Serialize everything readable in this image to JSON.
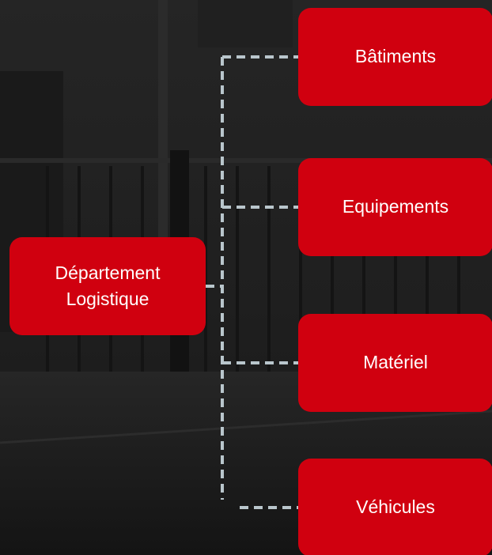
{
  "diagram": {
    "root": {
      "line1": "Département",
      "line2": "Logistique"
    },
    "children": [
      {
        "label": "Bâtiments"
      },
      {
        "label": "Equipements"
      },
      {
        "label": "Matériel"
      },
      {
        "label": "Véhicules"
      }
    ]
  },
  "colors": {
    "node_fill": "#d0000f",
    "connector": "#b9c6cc",
    "background": "#1e1e1e"
  }
}
